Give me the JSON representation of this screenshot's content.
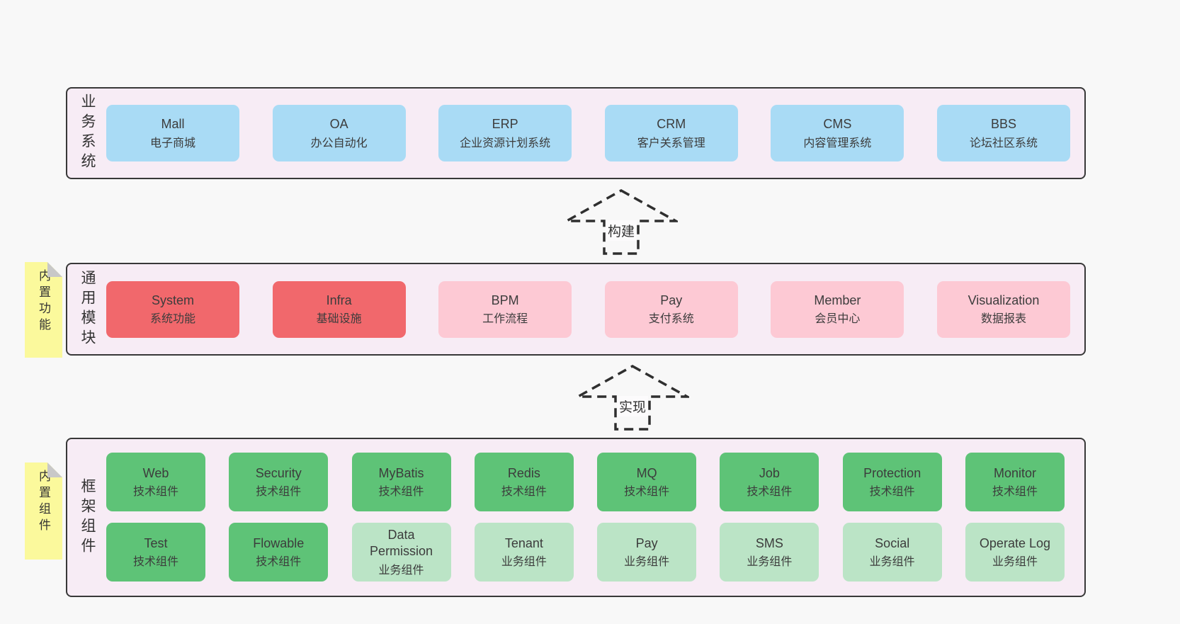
{
  "colors": {
    "page_bg": "#f8f8f8",
    "panel_bg": "#f7ecf5",
    "panel_border": "#383838",
    "blue_box": "#a9dbf5",
    "red_box": "#f1686c",
    "pink_box": "#fdc9d4",
    "green_box": "#5ec377",
    "light_green_box": "#bbe4c6",
    "sticky_yellow": "#fbf99c",
    "fold_gray": "#c8c8c8",
    "text": "#3c3c3c"
  },
  "stickies": [
    {
      "text": "内置功能"
    },
    {
      "text": "内置组件"
    }
  ],
  "arrows": [
    {
      "label": "构建"
    },
    {
      "label": "实现"
    }
  ],
  "sections": {
    "business": {
      "label": "业务系统",
      "boxes": [
        {
          "name": "Mall",
          "desc": "电子商城"
        },
        {
          "name": "OA",
          "desc": "办公自动化"
        },
        {
          "name": "ERP",
          "desc": "企业资源计划系统"
        },
        {
          "name": "CRM",
          "desc": "客户关系管理"
        },
        {
          "name": "CMS",
          "desc": "内容管理系统"
        },
        {
          "name": "BBS",
          "desc": "论坛社区系统"
        }
      ]
    },
    "modules": {
      "label": "通用模块",
      "boxes": [
        {
          "name": "System",
          "desc": "系统功能"
        },
        {
          "name": "Infra",
          "desc": "基础设施"
        },
        {
          "name": "BPM",
          "desc": "工作流程"
        },
        {
          "name": "Pay",
          "desc": "支付系统"
        },
        {
          "name": "Member",
          "desc": "会员中心"
        },
        {
          "name": "Visualization",
          "desc": "数据报表"
        }
      ]
    },
    "framework": {
      "label": "框架组件",
      "row1": [
        {
          "name": "Web",
          "desc": "技术组件"
        },
        {
          "name": "Security",
          "desc": "技术组件"
        },
        {
          "name": "MyBatis",
          "desc": "技术组件"
        },
        {
          "name": "Redis",
          "desc": "技术组件"
        },
        {
          "name": "MQ",
          "desc": "技术组件"
        },
        {
          "name": "Job",
          "desc": "技术组件"
        },
        {
          "name": "Protection",
          "desc": "技术组件"
        },
        {
          "name": "Monitor",
          "desc": "技术组件"
        }
      ],
      "row2": [
        {
          "name": "Test",
          "desc": "技术组件"
        },
        {
          "name": "Flowable",
          "desc": "技术组件"
        },
        {
          "name": "Data Permission",
          "desc": "业务组件"
        },
        {
          "name": "Tenant",
          "desc": "业务组件"
        },
        {
          "name": "Pay",
          "desc": "业务组件"
        },
        {
          "name": "SMS",
          "desc": "业务组件"
        },
        {
          "name": "Social",
          "desc": "业务组件"
        },
        {
          "name": "Operate Log",
          "desc": "业务组件"
        }
      ]
    }
  }
}
